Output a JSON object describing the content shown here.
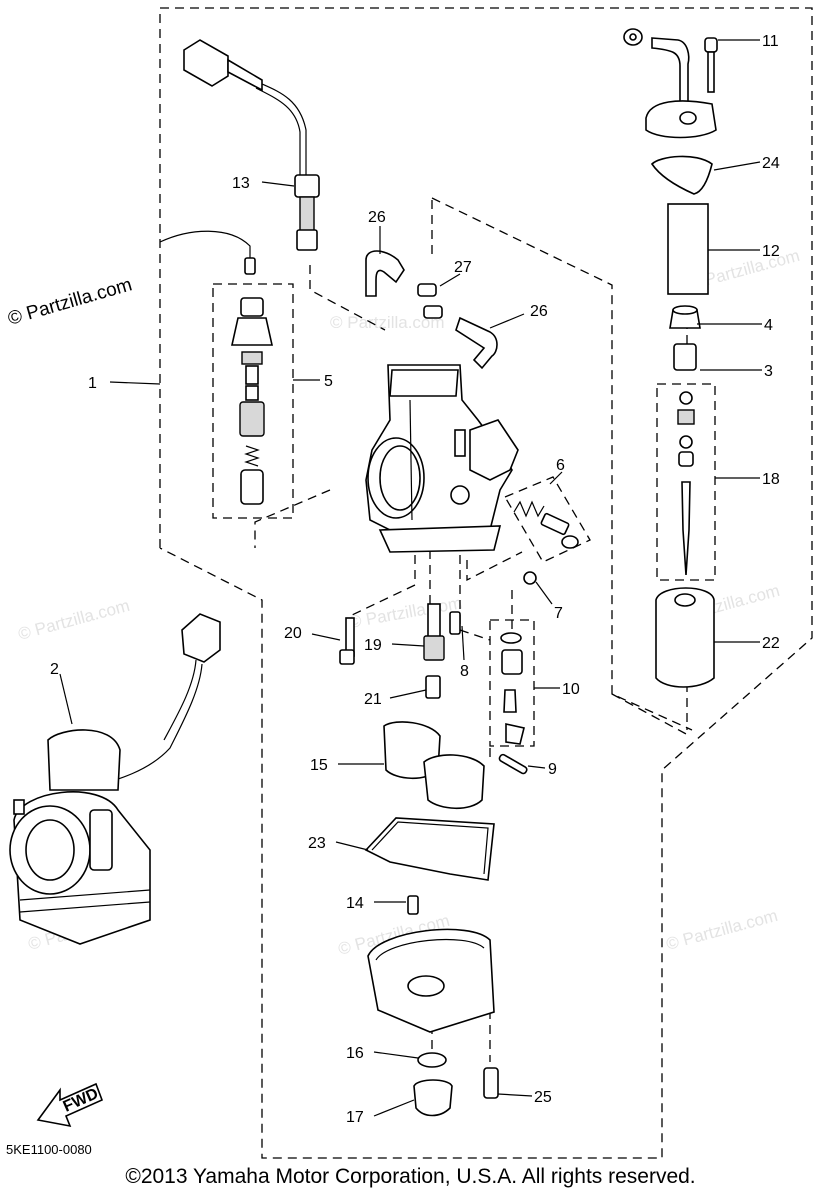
{
  "watermarks": {
    "main": "© Partzilla.com",
    "faint": "© Partzilla.com"
  },
  "callouts": [
    "1",
    "2",
    "3",
    "4",
    "5",
    "6",
    "7",
    "8",
    "9",
    "10",
    "11",
    "12",
    "13",
    "14",
    "15",
    "16",
    "17",
    "18",
    "19",
    "20",
    "21",
    "22",
    "23",
    "24",
    "25",
    "26",
    "27"
  ],
  "fwd_label": "FWD",
  "diagram_code": "5KE1100-0080",
  "footer": "©2013 Yamaha Motor Corporation, U.S.A. All rights reserved."
}
